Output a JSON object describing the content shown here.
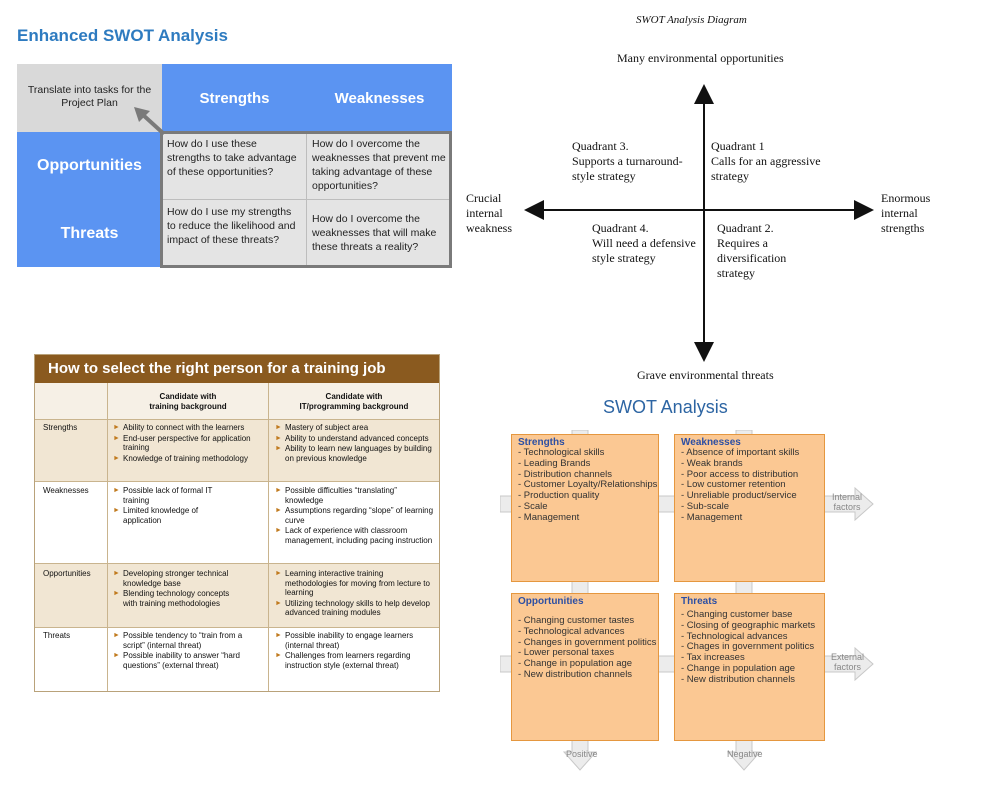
{
  "enhanced_swot": {
    "title": "Enhanced SWOT Analysis",
    "note": "Translate into tasks for the Project Plan",
    "col_strengths": "Strengths",
    "col_weaknesses": "Weaknesses",
    "row_opportunities": "Opportunities",
    "row_threats": "Threats",
    "so": "How do I use these strengths to take advantage of these opportunities?",
    "wo": "How do I overcome the weaknesses that prevent me taking advantage of these opportunities?",
    "st": "How do I use my strengths to reduce the likelihood and impact of these threats?",
    "wt": "How do I overcome the weaknesses that will make these threats a reality?",
    "colors": {
      "header_blue": "#5b94f2",
      "cell_gray": "#e4e4e4"
    }
  },
  "swot_diagram": {
    "title": "SWOT Analysis Diagram",
    "top": "Many environmental opportunities",
    "bottom": "Grave environmental threats",
    "left": [
      "Crucial",
      "internal",
      "weakness"
    ],
    "right": [
      "Enormous",
      "internal",
      "strengths"
    ],
    "q3": [
      "Quadrant 3.",
      "Supports a turnaround-",
      "style strategy"
    ],
    "q1": [
      "Quadrant 1",
      "Calls for an aggressive",
      "strategy"
    ],
    "q4": [
      "Quadrant 4.",
      "Will need a defensive",
      "style strategy"
    ],
    "q2": [
      "Quadrant 2.",
      "Requires a",
      "diversification",
      "strategy"
    ]
  },
  "training_table": {
    "title": "How to select the right person for a training job",
    "col1": [
      "Candidate with",
      "training background"
    ],
    "col2": [
      "Candidate with",
      "IT/programming background"
    ],
    "rows": [
      {
        "label": "Strengths",
        "a": [
          "Ability to connect with the learners",
          "End-user perspective for application training",
          "Knowledge of training methodology"
        ],
        "b": [
          "Mastery of subject area",
          "Ability to understand advanced concepts",
          "Ability to learn new languages by building on previous knowledge"
        ]
      },
      {
        "label": "Weaknesses",
        "a": [
          "Possible lack of formal IT training",
          "Limited knowledge of application"
        ],
        "b": [
          "Possible difficulties “translating” knowledge",
          "Assumptions regarding “slope” of learning curve",
          "Lack of experience with classroom management, including pacing instruction"
        ]
      },
      {
        "label": "Opportunities",
        "a": [
          "Developing stronger technical knowledge base",
          "Blending technology concepts with training methodologies"
        ],
        "b": [
          "Learning interactive training methodologies for moving from lecture to learning",
          "Utilizing technology skills to help develop advanced training modules"
        ]
      },
      {
        "label": "Threats",
        "a": [
          "Possible tendency to “train from a script” (internal threat)",
          "Possible inability to answer “hard questions” (external threat)"
        ],
        "b": [
          "Possible inability to engage learners (internal threat)",
          "Challenges from learners regarding instruction style (external threat)"
        ]
      }
    ],
    "colors": {
      "header": "#8a5a1f",
      "bullet": "#c07a1e"
    }
  },
  "swot_boxes": {
    "title": "SWOT Analysis",
    "strengths": {
      "initial": "S",
      "rest": "trengths",
      "items": [
        "- Technological skills",
        "- Leading Brands",
        "- Distribution channels",
        "- Customer Loyalty/Relationships",
        "- Production quality",
        "- Scale",
        "- Management"
      ]
    },
    "weaknesses": {
      "initial": "W",
      "rest": "eaknesses",
      "items": [
        "- Absence of important skills",
        "- Weak brands",
        "- Poor access to distribution",
        "- Low customer retention",
        "- Unreliable product/service",
        "- Sub-scale",
        "- Management"
      ]
    },
    "opportunities": {
      "initial": "O",
      "rest": "pportunities",
      "items": [
        "- Changing customer tastes",
        "- Technological advances",
        "- Changes in government politics",
        "- Lower personal taxes",
        "- Change in population age",
        "- New distribution channels"
      ]
    },
    "threats": {
      "initial": "T",
      "rest": "hreats",
      "items": [
        "- Changing customer base",
        "- Closing of geographic markets",
        "- Technological advances",
        "- Chages in government politics",
        "- Tax increases",
        "- Change in population age",
        "- New distribution channels"
      ]
    },
    "internal": [
      "Internal",
      "factors"
    ],
    "external": [
      "External",
      "factors"
    ],
    "positive": "Positive",
    "negative": "Negative",
    "colors": {
      "box_fill": "#fbc893",
      "box_border": "#e5973f"
    }
  }
}
